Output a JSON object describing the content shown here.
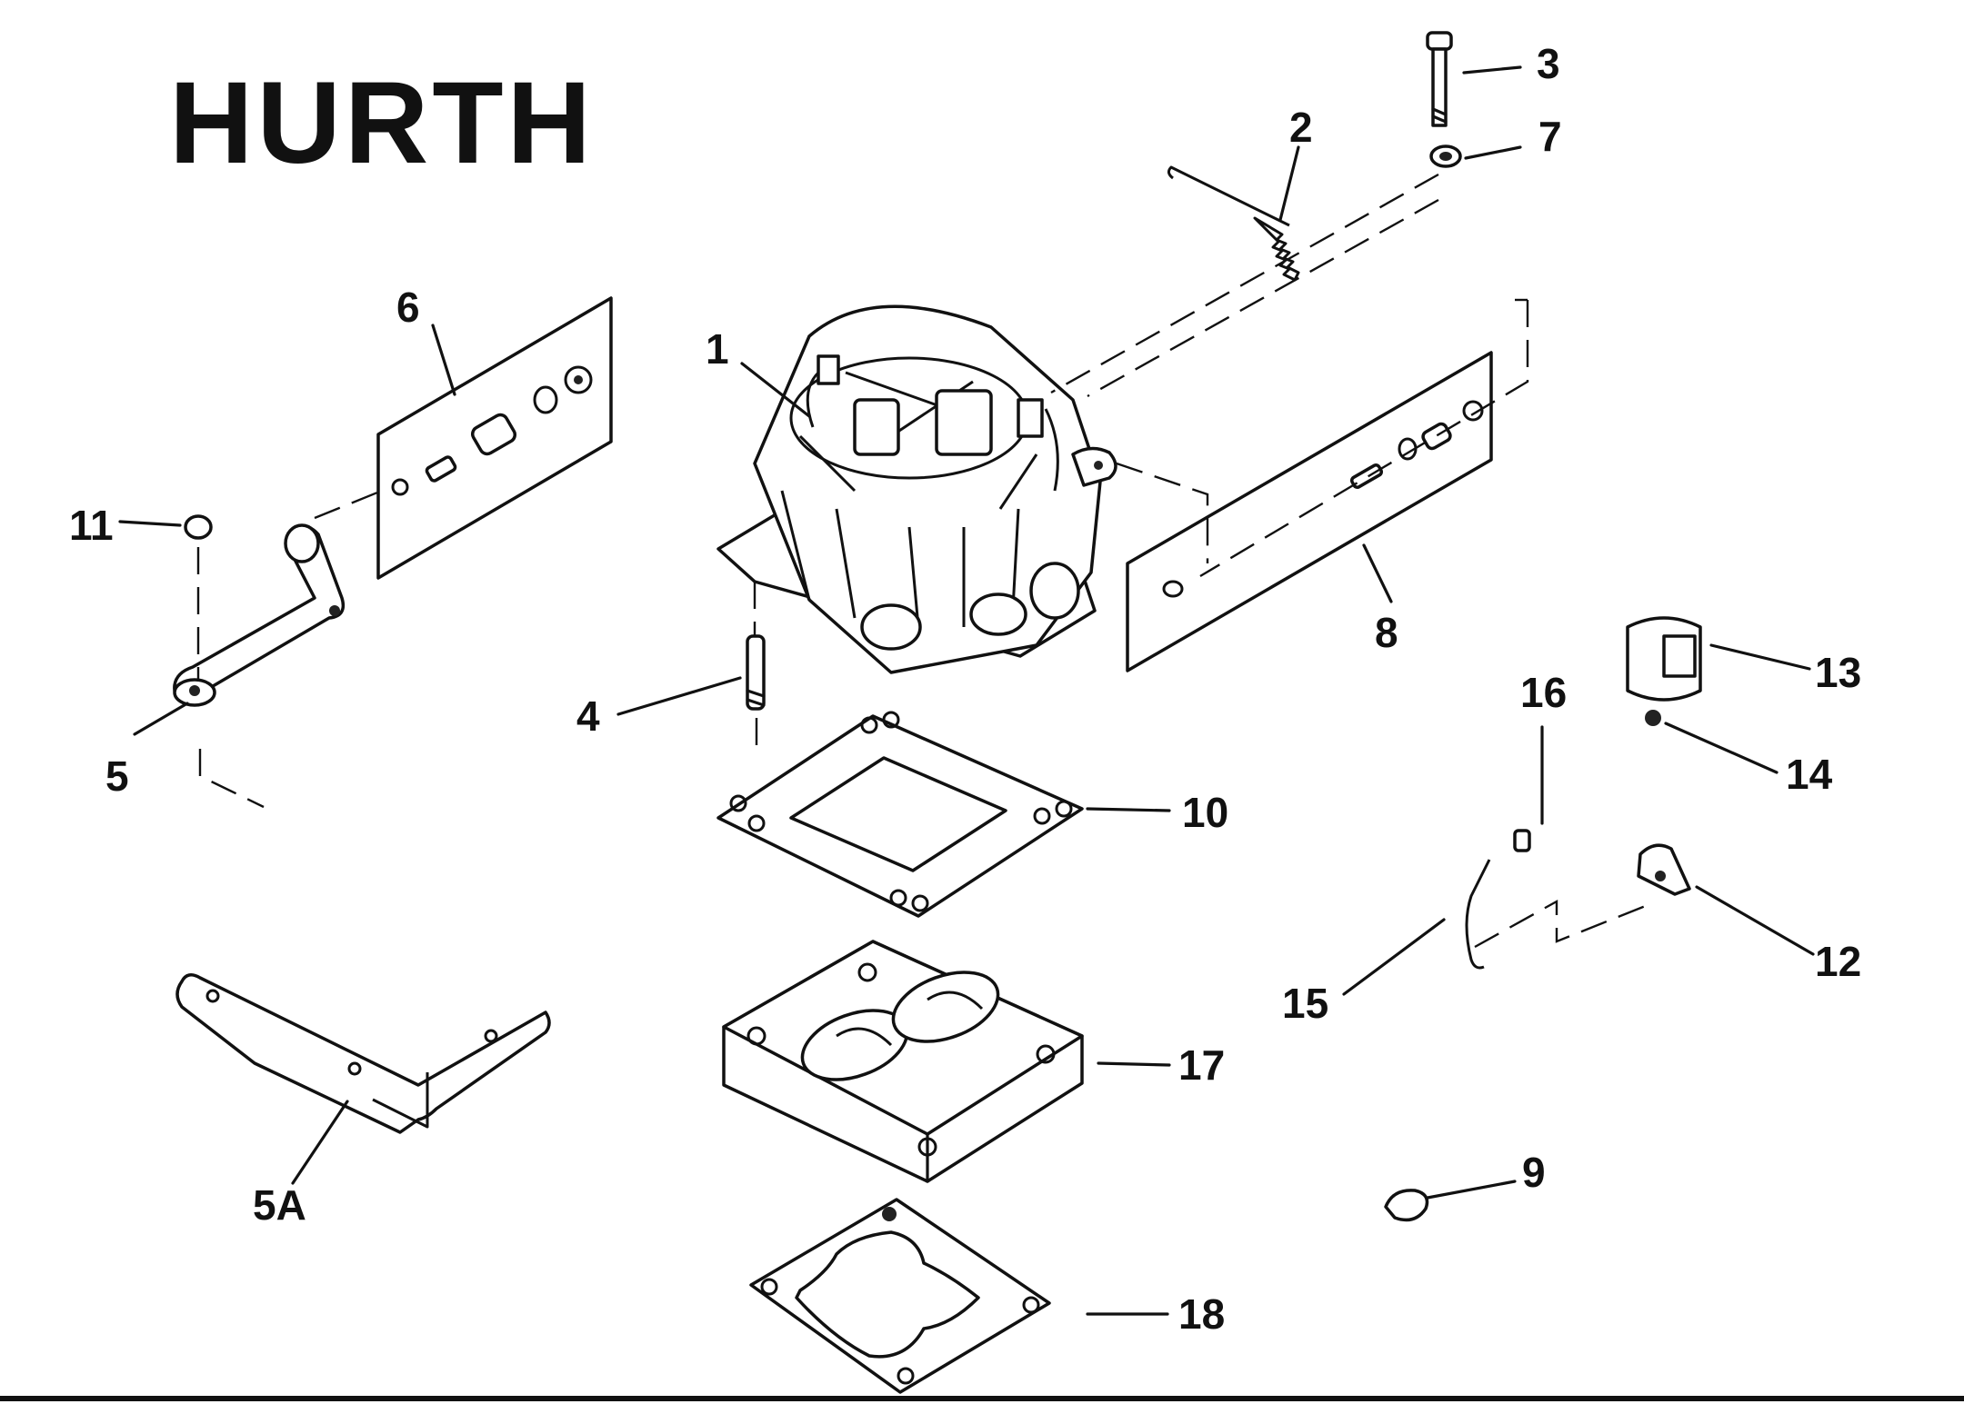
{
  "title": "HURTH",
  "callouts": {
    "c1": "1",
    "c2": "2",
    "c3": "3",
    "c4": "4",
    "c5": "5",
    "c5a": "5A",
    "c6": "6",
    "c7": "7",
    "c8": "8",
    "c9": "9",
    "c10": "10",
    "c11": "11",
    "c12": "12",
    "c13": "13",
    "c14": "14",
    "c15": "15",
    "c16": "16",
    "c17": "17",
    "c18": "18"
  }
}
